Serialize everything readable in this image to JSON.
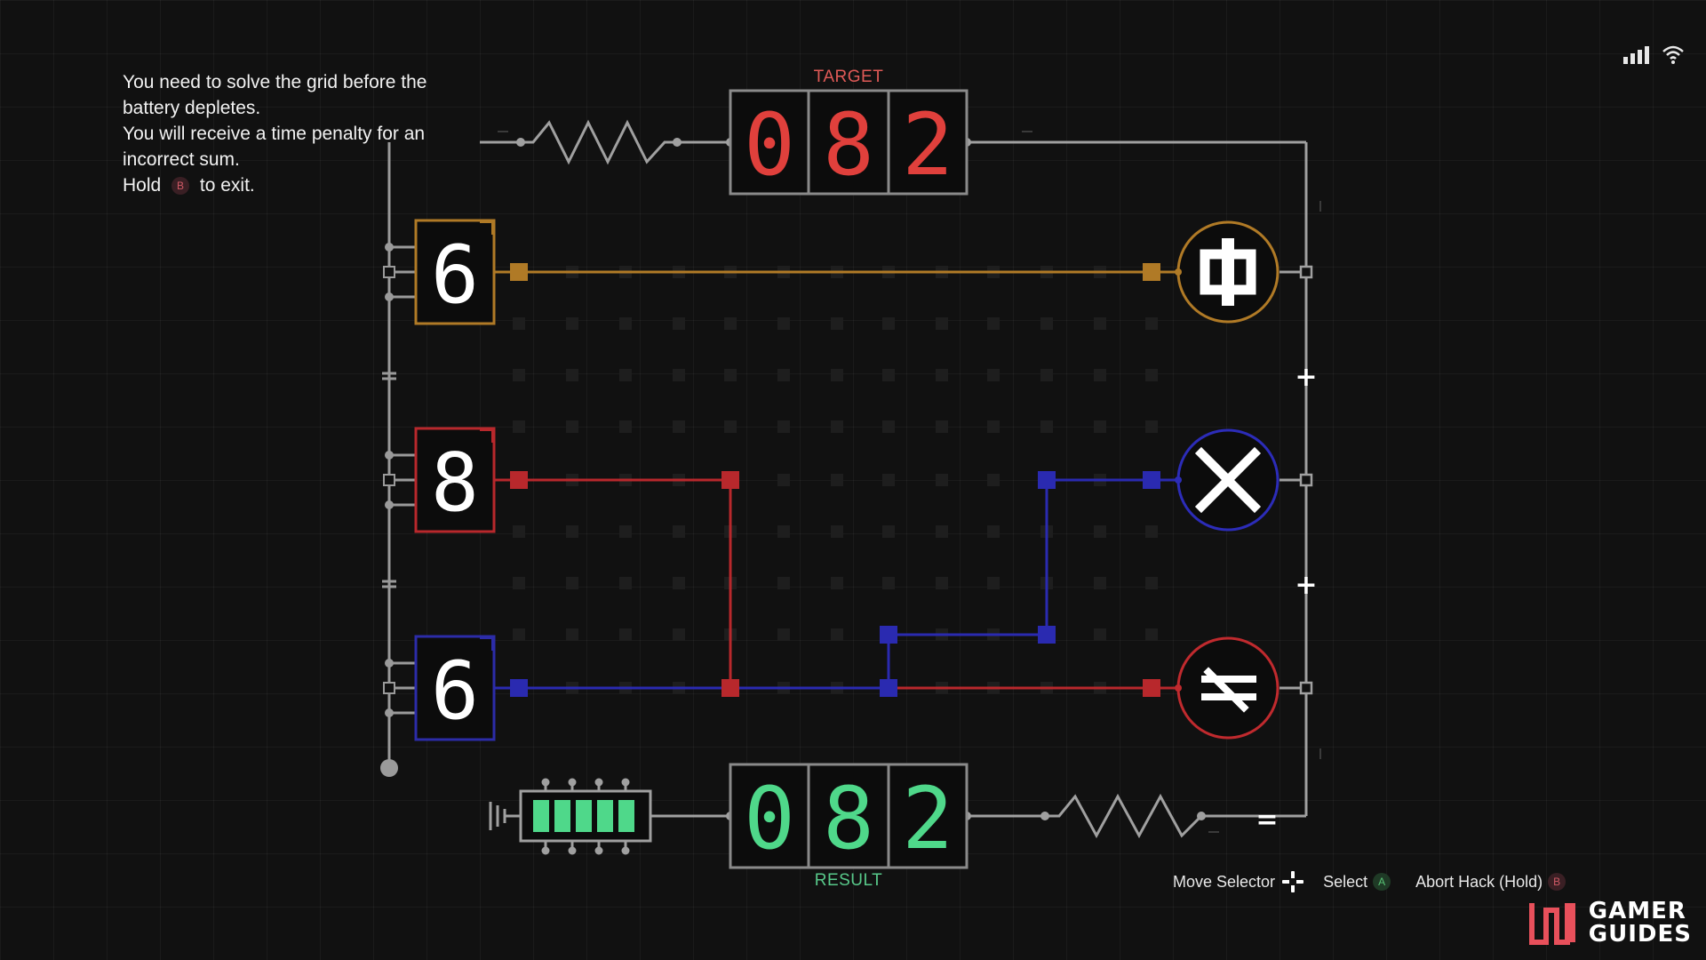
{
  "instructions": {
    "line1": "You need to solve the grid before the",
    "line2": "battery depletes.",
    "line3": "You will receive a time penalty for an",
    "line4": "incorrect sum.",
    "hold": "Hold",
    "hold_button": "B",
    "exit": "to exit."
  },
  "target": {
    "label": "TARGET",
    "digits": [
      "0",
      "8",
      "2"
    ],
    "color": "#e0403c"
  },
  "result": {
    "label": "RESULT",
    "digits": [
      "0",
      "8",
      "2"
    ],
    "color": "#4fd88a"
  },
  "inputs": [
    {
      "value": "6",
      "color": "#b07a26"
    },
    {
      "value": "8",
      "color": "#b8282c"
    },
    {
      "value": "6",
      "color": "#2c2ca8"
    }
  ],
  "operators": [
    {
      "symbol": "phi",
      "color": "#b07a26"
    },
    {
      "symbol": "multiply",
      "color": "#2c2cb8"
    },
    {
      "symbol": "not-equal-shift",
      "color": "#c02a2e"
    }
  ],
  "sum_signs": [
    "+",
    "+",
    "="
  ],
  "battery": {
    "level": 1.0,
    "color": "#4fd88a"
  },
  "controls": {
    "move_selector": "Move Selector",
    "select": "Select",
    "select_button": "A",
    "abort": "Abort Hack (Hold)",
    "abort_button": "B"
  },
  "logo": {
    "line1": "GAMER",
    "line2": "GUIDES",
    "accent": "#e8505b"
  }
}
